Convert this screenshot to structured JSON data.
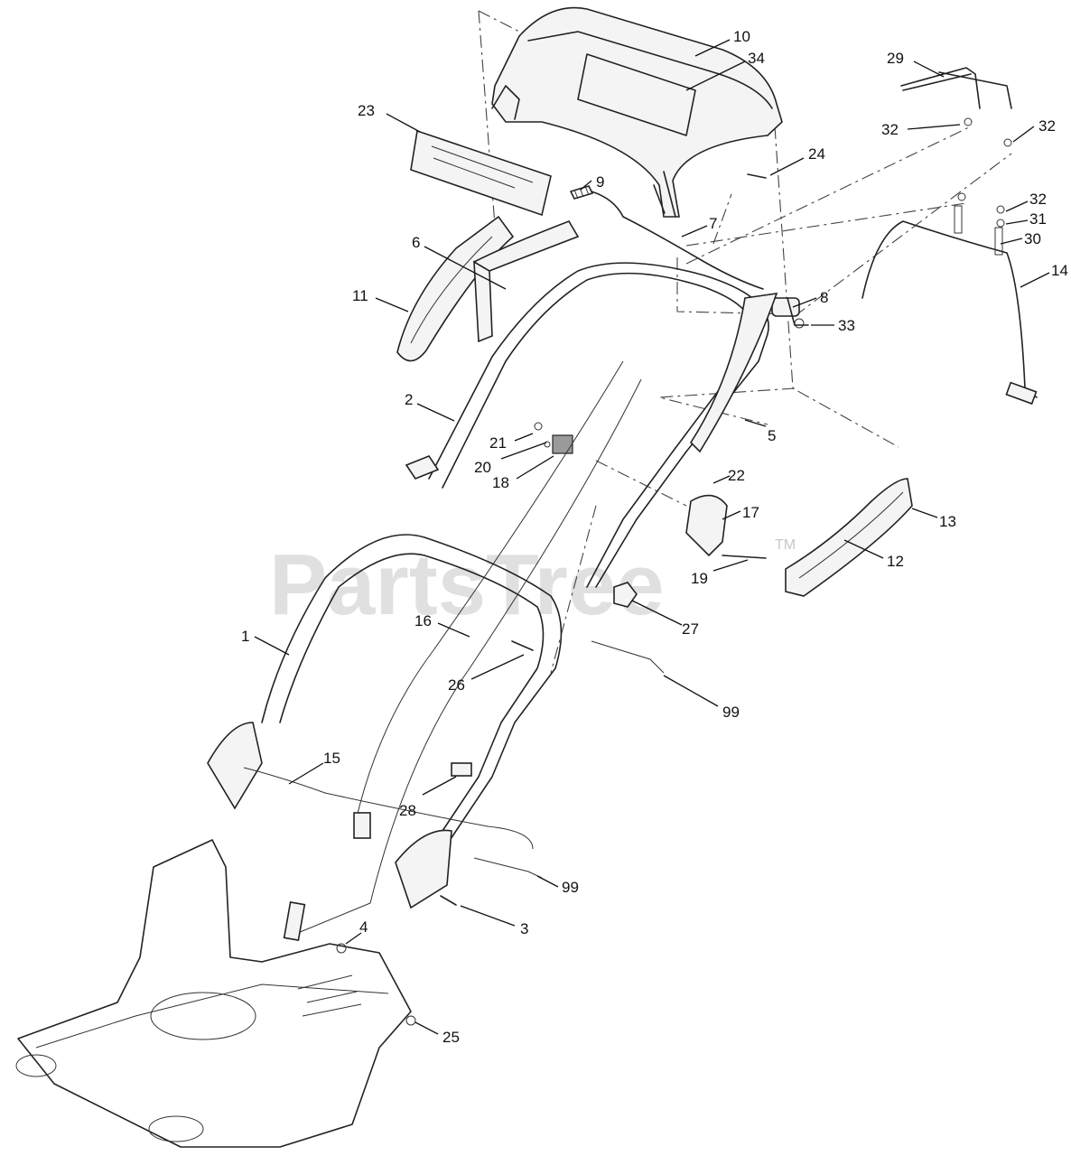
{
  "watermark": {
    "text": "PartsTree",
    "trademark": "TM"
  },
  "callouts": [
    {
      "id": "c10",
      "label": "10"
    },
    {
      "id": "c34",
      "label": "34"
    },
    {
      "id": "c29",
      "label": "29"
    },
    {
      "id": "c23",
      "label": "23"
    },
    {
      "id": "c32a",
      "label": "32"
    },
    {
      "id": "c32b",
      "label": "32"
    },
    {
      "id": "c24",
      "label": "24"
    },
    {
      "id": "c9",
      "label": "9"
    },
    {
      "id": "c7",
      "label": "7"
    },
    {
      "id": "c32c",
      "label": "32"
    },
    {
      "id": "c31",
      "label": "31"
    },
    {
      "id": "c30",
      "label": "30"
    },
    {
      "id": "c6",
      "label": "6"
    },
    {
      "id": "c14",
      "label": "14"
    },
    {
      "id": "c11",
      "label": "11"
    },
    {
      "id": "c8",
      "label": "8"
    },
    {
      "id": "c33",
      "label": "33"
    },
    {
      "id": "c2",
      "label": "2"
    },
    {
      "id": "c21",
      "label": "21"
    },
    {
      "id": "c5",
      "label": "5"
    },
    {
      "id": "c20",
      "label": "20"
    },
    {
      "id": "c18",
      "label": "18"
    },
    {
      "id": "c22",
      "label": "22"
    },
    {
      "id": "c17",
      "label": "17"
    },
    {
      "id": "c13",
      "label": "13"
    },
    {
      "id": "c19",
      "label": "19"
    },
    {
      "id": "c12",
      "label": "12"
    },
    {
      "id": "c27",
      "label": "27"
    },
    {
      "id": "c16",
      "label": "16"
    },
    {
      "id": "c1",
      "label": "1"
    },
    {
      "id": "c26",
      "label": "26"
    },
    {
      "id": "c99a",
      "label": "99"
    },
    {
      "id": "c15",
      "label": "15"
    },
    {
      "id": "c28",
      "label": "28"
    },
    {
      "id": "c99b",
      "label": "99"
    },
    {
      "id": "c3",
      "label": "3"
    },
    {
      "id": "c4",
      "label": "4"
    },
    {
      "id": "c25",
      "label": "25"
    }
  ]
}
